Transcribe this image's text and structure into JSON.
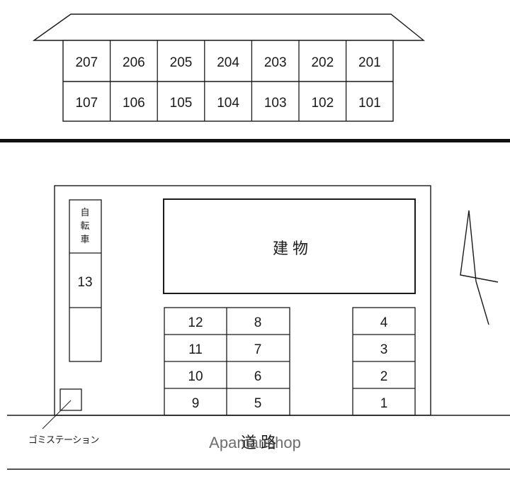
{
  "floor_plan": {
    "floor2_units": [
      "207",
      "206",
      "205",
      "204",
      "203",
      "202",
      "201"
    ],
    "floor1_units": [
      "107",
      "106",
      "105",
      "104",
      "103",
      "102",
      "101"
    ]
  },
  "site_map": {
    "building_label": "建 物",
    "bicycle_label": [
      "自",
      "転",
      "車"
    ],
    "bicycle_space_number": "13",
    "parking_left": [
      [
        "12",
        "8"
      ],
      [
        "11",
        "7"
      ],
      [
        "10",
        "6"
      ],
      [
        "9",
        "5"
      ]
    ],
    "parking_right": [
      "4",
      "3",
      "2",
      "1"
    ],
    "garbage_label": "ゴミステーション",
    "road_label": "道 路",
    "watermark": "Apamanshop"
  }
}
